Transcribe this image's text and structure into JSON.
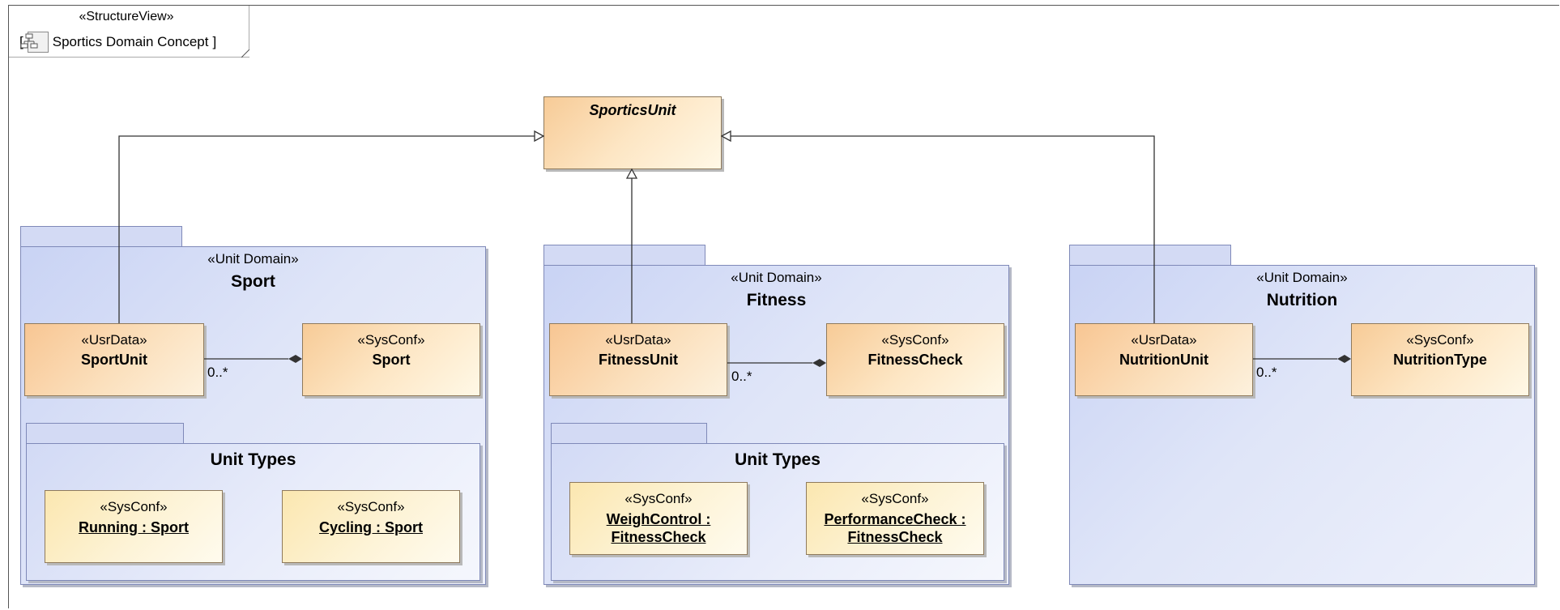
{
  "frame": {
    "stereotype": "«StructureView»",
    "open_bracket": "[",
    "title": "Sportics Domain Concept",
    "close_bracket": "]",
    "icon": "structure-diagram-icon"
  },
  "root_class": {
    "name": "SporticsUnit"
  },
  "packages": {
    "sport": {
      "stereotype": "«Unit Domain»",
      "name": "Sport",
      "usr": {
        "stereotype": "«UsrData»",
        "name": "SportUnit"
      },
      "sys": {
        "stereotype": "«SysConf»",
        "name": "Sport"
      },
      "multiplicity": "0..*",
      "types": {
        "name": "Unit Types",
        "a": {
          "stereotype": "«SysConf»",
          "name": "Running : Sport"
        },
        "b": {
          "stereotype": "«SysConf»",
          "name": "Cycling : Sport"
        }
      }
    },
    "fitness": {
      "stereotype": "«Unit Domain»",
      "name": "Fitness",
      "usr": {
        "stereotype": "«UsrData»",
        "name": "FitnessUnit"
      },
      "sys": {
        "stereotype": "«SysConf»",
        "name": "FitnessCheck"
      },
      "multiplicity": "0..*",
      "types": {
        "name": "Unit Types",
        "a": {
          "stereotype": "«SysConf»",
          "name_line1": "WeighControl :",
          "name_line2": "FitnessCheck"
        },
        "b": {
          "stereotype": "«SysConf»",
          "name_line1": "PerformanceCheck :",
          "name_line2": "FitnessCheck"
        }
      }
    },
    "nutrition": {
      "stereotype": "«Unit Domain»",
      "name": "Nutrition",
      "usr": {
        "stereotype": "«UsrData»",
        "name": "NutritionUnit"
      },
      "sys": {
        "stereotype": "«SysConf»",
        "name": "NutritionType"
      },
      "multiplicity": "0..*"
    }
  }
}
